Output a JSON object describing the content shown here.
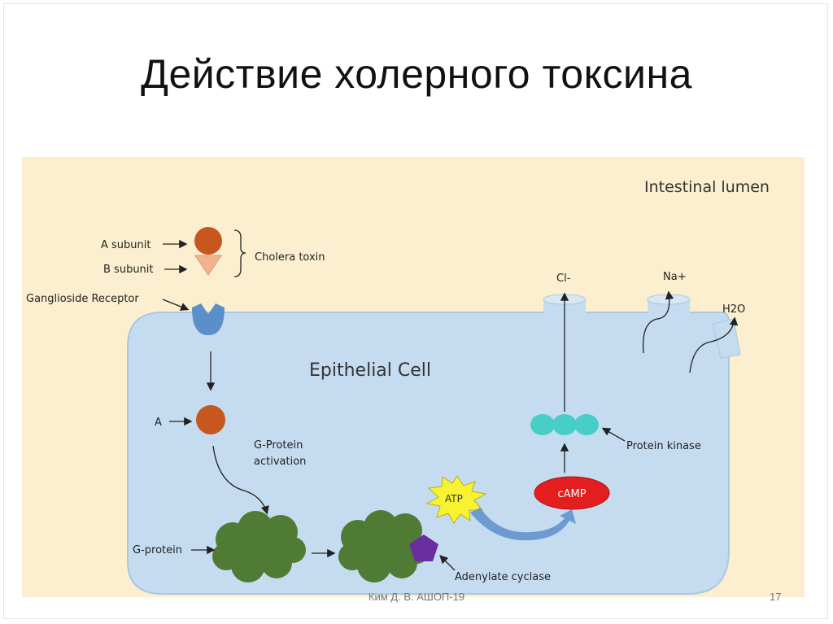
{
  "slide": {
    "title": "Действие холерного токсина",
    "footer_author": "Ким Д. В. АШОП-19",
    "page_number": "17"
  },
  "diagram": {
    "lumen_label": "Intestinal lumen",
    "cell_label": "Epithelial Cell",
    "a_subunit": "A subunit",
    "b_subunit": "B subunit",
    "cholera_toxin": "Cholera toxin",
    "ganglioside_receptor": "Ganglioside Receptor",
    "a_label": "A",
    "g_protein_activation_line1": "G-Protein",
    "g_protein_activation_line2": "activation",
    "g_protein": "G-protein",
    "adenylate_cyclase": "Adenylate cyclase",
    "atp": "ATP",
    "camp": "cAMP",
    "protein_kinase": "Protein kinase",
    "cl": "Cl-",
    "na": "Na+",
    "h2o": "H2O"
  },
  "colors": {
    "lumen_bg": "#fbefcf",
    "cell_fill": "#c5dcf0",
    "cell_stroke": "#a9c8e4",
    "subunit_orange": "#c8571f",
    "b_subunit_fill": "#f2b48f",
    "receptor_blue": "#5b8fc9",
    "g_protein_green": "#4f7b34",
    "adenylate_purple": "#6a2e9e",
    "atp_yellow": "#f8f230",
    "camp_red": "#e31e1e",
    "kinase_teal": "#47cfc7",
    "curve_blue": "#6d9bd1"
  }
}
